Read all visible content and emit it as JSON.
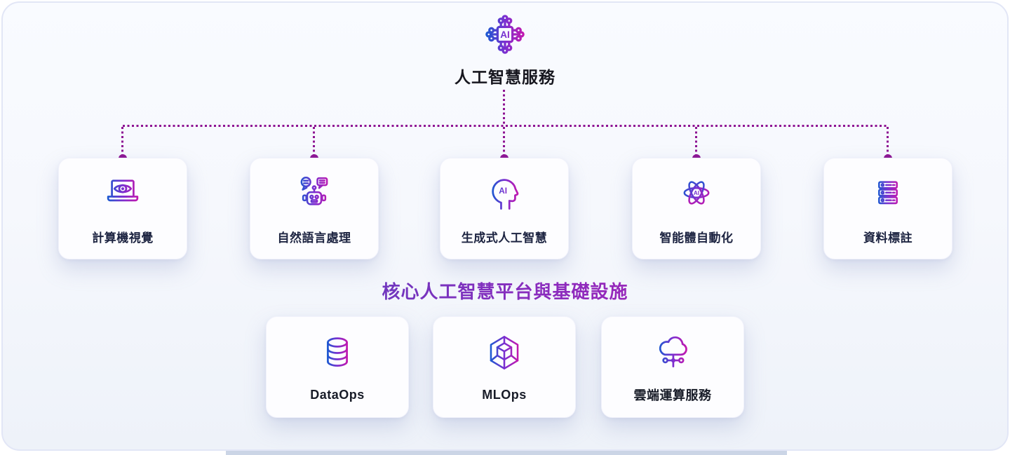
{
  "header": {
    "title": "人工智慧服務",
    "icon": "ai-chip-icon"
  },
  "services": {
    "cards": [
      {
        "label": "計算機視覺",
        "icon": "computer-vision-laptop-eye-icon"
      },
      {
        "label": "自然語言處理",
        "icon": "nlp-robot-chat-icon"
      },
      {
        "label": "生成式人工智慧",
        "icon": "generative-ai-head-icon"
      },
      {
        "label": "智能體自動化",
        "icon": "agent-atom-ai-icon"
      },
      {
        "label": "資料標註",
        "icon": "data-annotation-server-icon"
      }
    ]
  },
  "platform": {
    "heading": "核心人工智慧平台與基礎設施",
    "cards": [
      {
        "label": "DataOps",
        "icon": "database-cylinder-icon"
      },
      {
        "label": "MLOps",
        "icon": "nested-cube-icon"
      },
      {
        "label": "雲端運算服務",
        "icon": "cloud-network-icon"
      }
    ]
  },
  "colors": {
    "connector": "#8e1493",
    "icon_gradient_start": "#1a5ad1",
    "icon_gradient_mid": "#7b2fd0",
    "icon_gradient_end": "#c318ae",
    "heading_gradient_start": "#3550c2",
    "heading_gradient_end": "#cf15a8",
    "title_text": "#17171f",
    "card_label_text": "#1c2340",
    "panel_border": "#e2e6f6"
  }
}
